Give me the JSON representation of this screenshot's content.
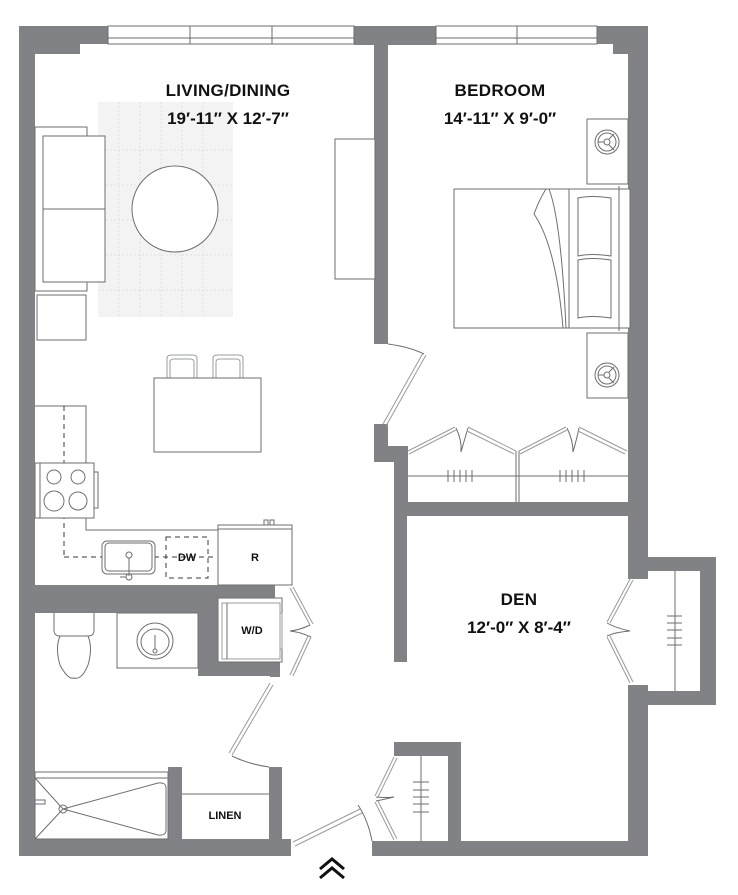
{
  "floorplan": {
    "rooms": {
      "living_dining": {
        "name": "LIVING/DINING",
        "dimensions": "19′-11″ X 12′-7″"
      },
      "bedroom": {
        "name": "BEDROOM",
        "dimensions": "14′-11″ X 9′-0″"
      },
      "den": {
        "name": "DEN",
        "dimensions": "12′-0″ X 8′-4″"
      }
    },
    "fixtures": {
      "dishwasher": "DW",
      "refrigerator": "R",
      "washer_dryer": "W/D",
      "linen": "LINEN"
    },
    "entry_icon": "double-chevron-up",
    "colors": {
      "wall": "#808285",
      "line": "#6d6e71",
      "text": "#111111",
      "background": "#ffffff"
    }
  }
}
